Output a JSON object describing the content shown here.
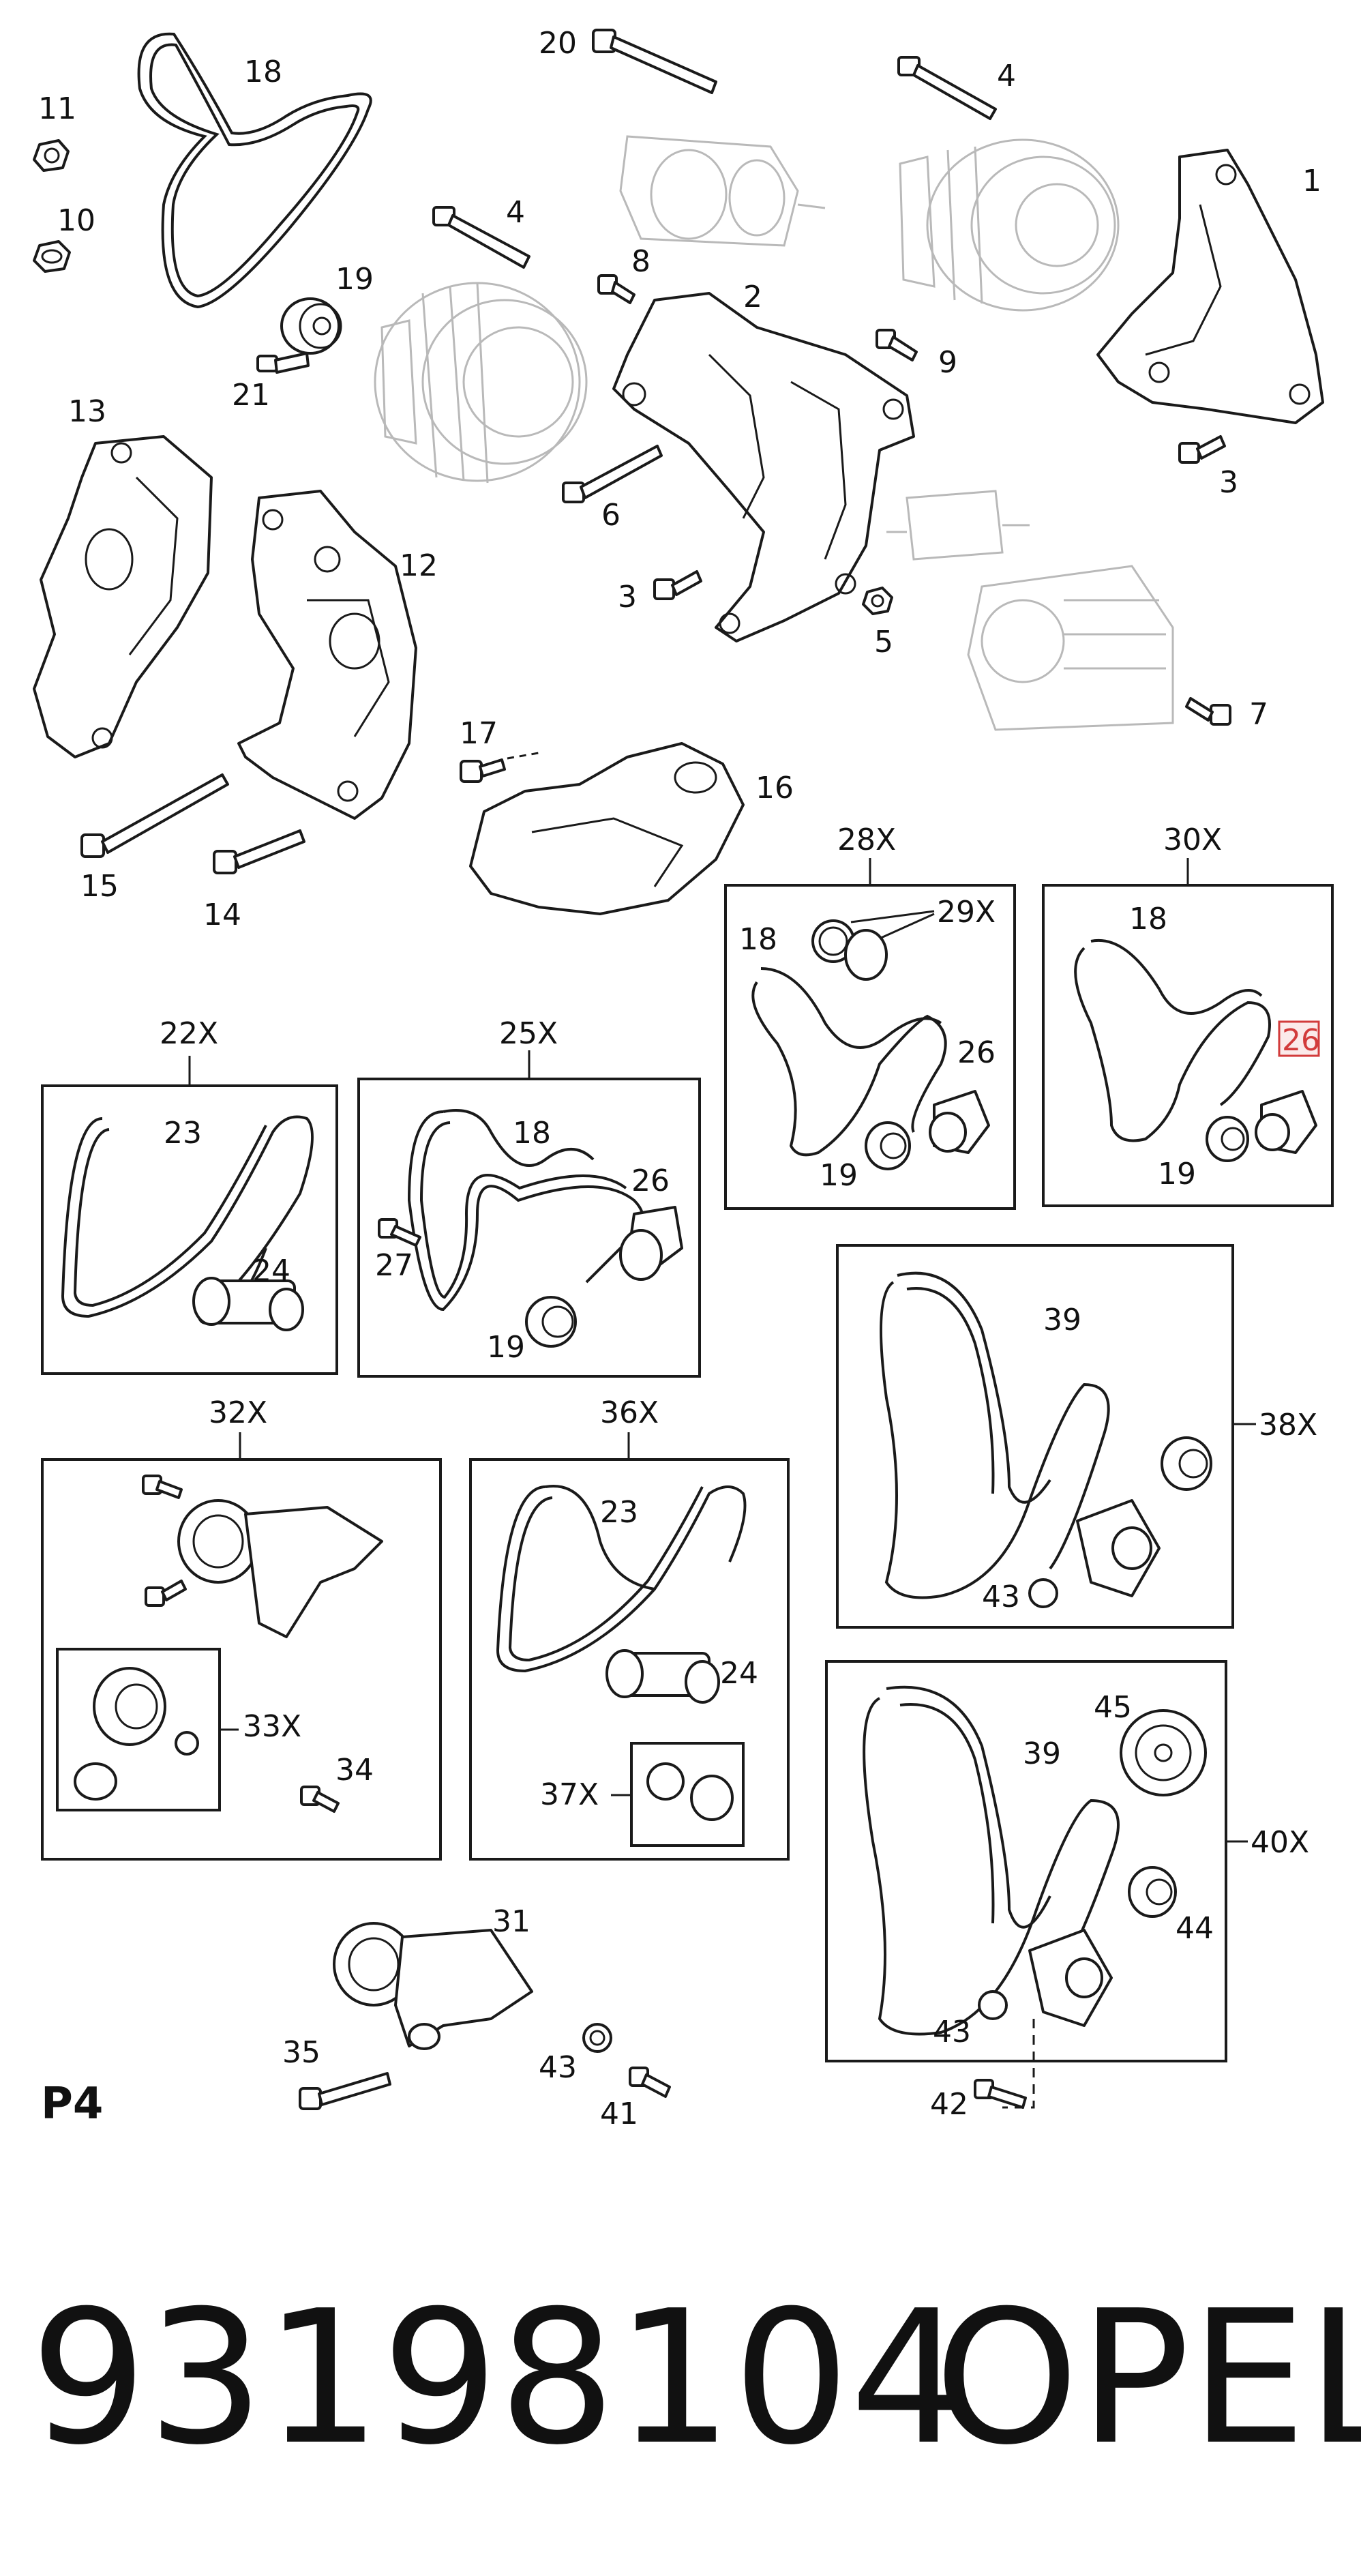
{
  "page_label": "P4",
  "part_number": "93198104",
  "brand": "OPEL",
  "callouts": {
    "c1": "1",
    "c2": "2",
    "c3a": "3",
    "c3b": "3",
    "c4a": "4",
    "c4b": "4",
    "c5": "5",
    "c6": "6",
    "c7": "7",
    "c8": "8",
    "c9": "9",
    "c10": "10",
    "c11": "11",
    "c12": "12",
    "c13": "13",
    "c14": "14",
    "c15": "15",
    "c16": "16",
    "c17": "17",
    "c18a": "18",
    "c18b": "18",
    "c18c": "18",
    "c18d": "18",
    "c19a": "19",
    "c19b": "19",
    "c19c": "19",
    "c19d": "19",
    "c20": "20",
    "c21": "21",
    "c23a": "23",
    "c23b": "23",
    "c24a": "24",
    "c24b": "24",
    "c26a": "26",
    "c26b": "26",
    "c26c": "26",
    "c27": "27",
    "c31": "31",
    "c34": "34",
    "c35": "35",
    "c39a": "39",
    "c39b": "39",
    "c41": "41",
    "c42": "42",
    "c43a": "43",
    "c43b": "43",
    "c43c": "43",
    "c44": "44",
    "c45": "45"
  },
  "kits": {
    "k22": "22X",
    "k25": "25X",
    "k28": "28X",
    "k29": "29X",
    "k30": "30X",
    "k32": "32X",
    "k33": "33X",
    "k36": "36X",
    "k37": "37X",
    "k38": "38X",
    "k40": "40X"
  },
  "highlight_color": "#d23b3b"
}
